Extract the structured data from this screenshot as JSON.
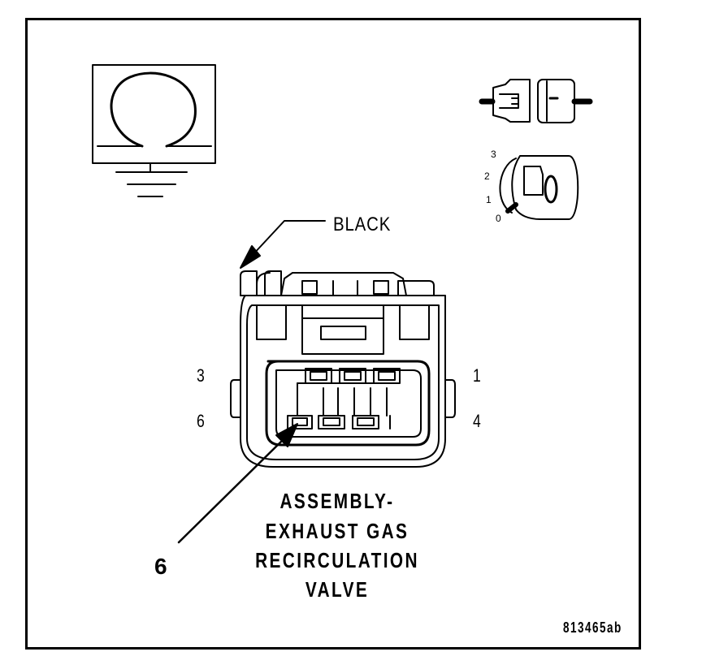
{
  "connector": {
    "color_label": "BLACK",
    "pins": {
      "top_left": "3",
      "top_right": "1",
      "bottom_left": "6",
      "bottom_right": "4"
    },
    "callout_pin": "6",
    "title_lines": [
      "ASSEMBLY-",
      "EXHAUST GAS",
      "RECIRCULATION",
      "VALVE"
    ]
  },
  "position_scale": [
    "3",
    "2",
    "1",
    "0"
  ],
  "figure_ref": "813465ab"
}
